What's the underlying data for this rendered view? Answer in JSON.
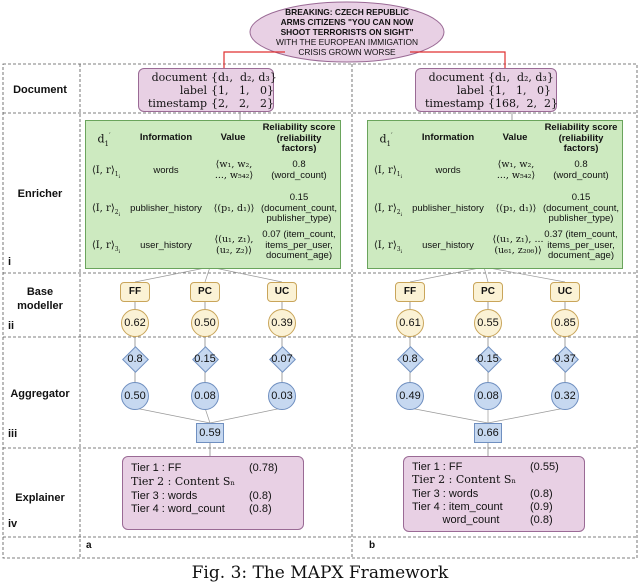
{
  "headline": {
    "bold_lines": [
      "BREAKING: CZECH REPUBLIC",
      "ARMS CITIZENS \"YOU CAN NOW",
      "SHOOT TERRORISTS ON SIGHT\""
    ],
    "normal_lines": [
      "WITH THE EUROPEAN IMMIGATION",
      "CRISIS GROWN WORSE"
    ]
  },
  "row_labels": {
    "document": "Document",
    "enricher": "Enricher",
    "base_modeller_1": "Base",
    "base_modeller_2": "modeller",
    "aggregator": "Aggregator",
    "explainer": "Explainer"
  },
  "roman": [
    "i",
    "ii",
    "iii",
    "iv"
  ],
  "panels": [
    "a",
    "b"
  ],
  "document_a": {
    "labels": [
      "document",
      "label",
      "timestamp"
    ],
    "values": [
      "{d₁,  d₂, d₃}",
      "{1,   1,   0}",
      "{2,   2,   2}"
    ]
  },
  "document_b": {
    "labels": [
      "document",
      "label",
      "timestamp"
    ],
    "values": [
      "{d₁,  d₂, d₃}",
      "{1,   1,   0}",
      "{168,  2,  2}"
    ]
  },
  "enricher_headers": [
    "Information",
    "Value",
    "Reliability score",
    "(reliability",
    "factors)"
  ],
  "enricher_a": {
    "rows": [
      {
        "info": "words",
        "value": [
          "⟨w₁, w₂,",
          "..., w₅₄₂⟩"
        ],
        "score": [
          "0.8",
          "(word_count)"
        ]
      },
      {
        "info": "publisher_history",
        "value": [
          "⟨(p₁, d₁)⟩"
        ],
        "score": [
          "0.15",
          "(document_count,",
          "publisher_type)"
        ]
      },
      {
        "info": "user_history",
        "value": [
          "⟨(u₁, z₁),",
          "(u₂, z₂)⟩"
        ],
        "score": [
          "0.07 (item_count,",
          "items_per_user,",
          "document_age)"
        ]
      }
    ]
  },
  "enricher_b": {
    "rows": [
      {
        "info": "words",
        "value": [
          "⟨w₁, w₂,",
          "..., w₅₄₂⟩"
        ],
        "score": [
          "0.8",
          "(word_count)"
        ]
      },
      {
        "info": "publisher_history",
        "value": [
          "⟨(p₁, d₁)⟩"
        ],
        "score": [
          "0.15",
          "(document_count,",
          "publisher_type)"
        ]
      },
      {
        "info": "user_history",
        "value": [
          "⟨(u₁, z₁), ...",
          "(u₆₁, z₂₀₆)⟩"
        ],
        "score": [
          "0.37 (item_count,",
          "items_per_user,",
          "document_age)"
        ]
      }
    ]
  },
  "base_labels": [
    "FF",
    "PC",
    "UC"
  ],
  "base_a": [
    "0.62",
    "0.50",
    "0.39"
  ],
  "base_b": [
    "0.61",
    "0.55",
    "0.85"
  ],
  "agg_a": {
    "weights": [
      "0.8",
      "0.15",
      "0.07"
    ],
    "products": [
      "0.50",
      "0.08",
      "0.03"
    ],
    "output": "0.59"
  },
  "agg_b": {
    "weights": [
      "0.8",
      "0.15",
      "0.37"
    ],
    "products": [
      "0.49",
      "0.08",
      "0.32"
    ],
    "output": "0.66"
  },
  "explainer_a": [
    [
      "Tier 1 : FF",
      "(0.78)"
    ],
    [
      "Tier 2 : Content Sₙ",
      ""
    ],
    [
      "Tier 3 : words",
      "(0.8)"
    ],
    [
      "Tier 4 : word_count",
      "(0.8)"
    ]
  ],
  "explainer_b": [
    [
      "Tier 1 : FF",
      "(0.55)"
    ],
    [
      "Tier 2 : Content Sₙ",
      ""
    ],
    [
      "Tier 3 : words",
      "(0.8)"
    ],
    [
      "Tier 4 : item_count",
      "(0.9)"
    ],
    [
      "          word_count",
      "(0.8)"
    ]
  ],
  "caption": "Fig. 3: The MAPX Framework",
  "colors": {
    "doc_pink": "#e8d0e4",
    "enricher_green": "#cdeac0",
    "base_yellow": "#fbf2d5",
    "agg_blue": "#c6d8f0",
    "highlight_red": "#e03030"
  }
}
